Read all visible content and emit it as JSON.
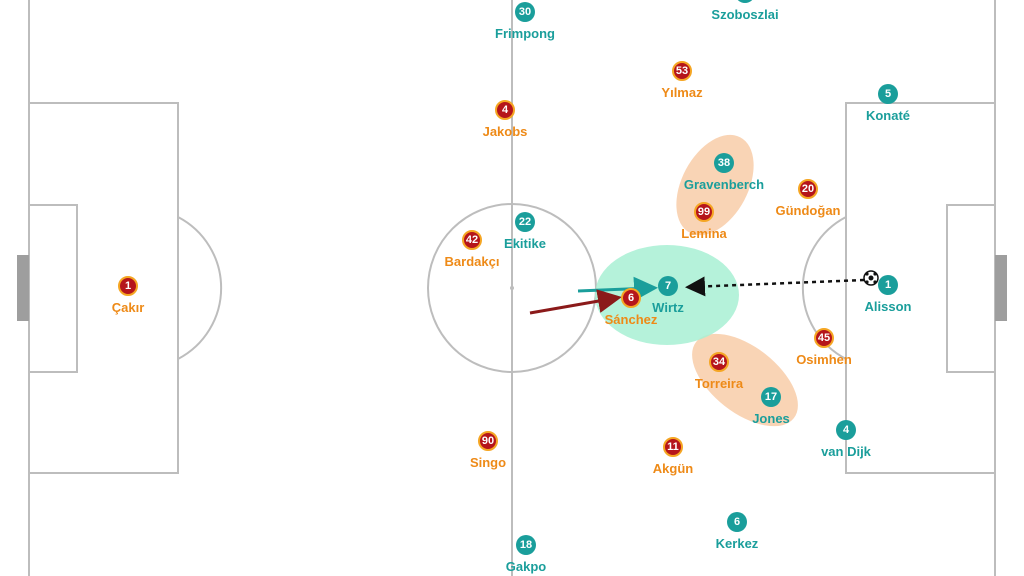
{
  "colors": {
    "home": "#1a9e9b",
    "away": "#b5151b",
    "away_text": "#ee8a17",
    "line": "#bdbdbd",
    "press_zone": "#f7c9a3",
    "receiver_zone": "#a8f0d3",
    "pass_arrow": "#1a9e9b",
    "press_arrow": "#8b1a1a"
  },
  "home_players": [
    {
      "num": "30",
      "name": "Frimpong"
    },
    {
      "num": "",
      "name": "Szoboszlai"
    },
    {
      "num": "5",
      "name": "Konaté"
    },
    {
      "num": "38",
      "name": "Gravenberch"
    },
    {
      "num": "22",
      "name": "Ekitike"
    },
    {
      "num": "7",
      "name": "Wirtz"
    },
    {
      "num": "1",
      "name": "Alisson"
    },
    {
      "num": "17",
      "name": "Jones"
    },
    {
      "num": "4",
      "name": "van Dijk"
    },
    {
      "num": "6",
      "name": "Kerkez"
    },
    {
      "num": "18",
      "name": "Gakpo"
    }
  ],
  "away_players": [
    {
      "num": "1",
      "name": "Çakır"
    },
    {
      "num": "4",
      "name": "Jakobs"
    },
    {
      "num": "53",
      "name": "Yılmaz"
    },
    {
      "num": "42",
      "name": "Bardakçı"
    },
    {
      "num": "99",
      "name": "Lemina"
    },
    {
      "num": "20",
      "name": "Gündoğan"
    },
    {
      "num": "6",
      "name": "Sánchez"
    },
    {
      "num": "45",
      "name": "Osimhen"
    },
    {
      "num": "34",
      "name": "Torreira"
    },
    {
      "num": "90",
      "name": "Singo"
    },
    {
      "num": "11",
      "name": "Akgün"
    }
  ]
}
